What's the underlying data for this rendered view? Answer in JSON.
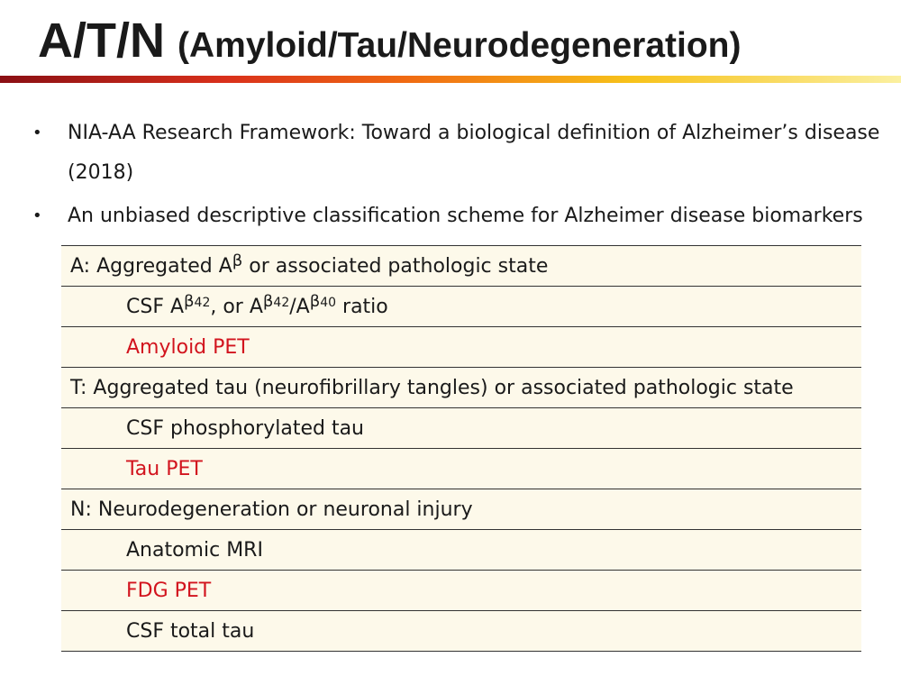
{
  "title": {
    "main": "A/T/N",
    "sub": "(Amyloid/Tau/Neurodegeneration)"
  },
  "bullets": [
    "NIA-AA Research Framework: Toward a biological definition of Alzheimer’s disease (2018)",
    "An unbiased descriptive classification scheme for Alzheimer disease biomarkers"
  ],
  "bullet_glyph": "•",
  "table": {
    "a_category": {
      "prefix": "A: Aggregated A",
      "beta": "β",
      "suffix": " or associated pathologic state"
    },
    "csf_abeta": {
      "p1": "CSF A",
      "beta1": "β",
      "n1": "42",
      "sep": ", or A",
      "beta2": "β",
      "n2": "42",
      "slash": "/A",
      "beta3": "β",
      "n3": "40",
      "suffix": " ratio"
    },
    "amyloid_pet": "Amyloid PET",
    "t_category": "T: Aggregated tau (neurofibrillary tangles) or associated pathologic state",
    "csf_ptau": "CSF phosphorylated tau",
    "tau_pet": "Tau PET",
    "n_category": "N: Neurodegeneration or neuronal injury",
    "anatomic_mri": "Anatomic MRI",
    "fdg_pet": "FDG PET",
    "csf_total_tau": "CSF total tau"
  },
  "colors": {
    "pet_text": "#d2141e",
    "table_bg": "#fdf9ea",
    "bar_start": "#8a0f14",
    "bar_end": "#fbf0a0"
  }
}
